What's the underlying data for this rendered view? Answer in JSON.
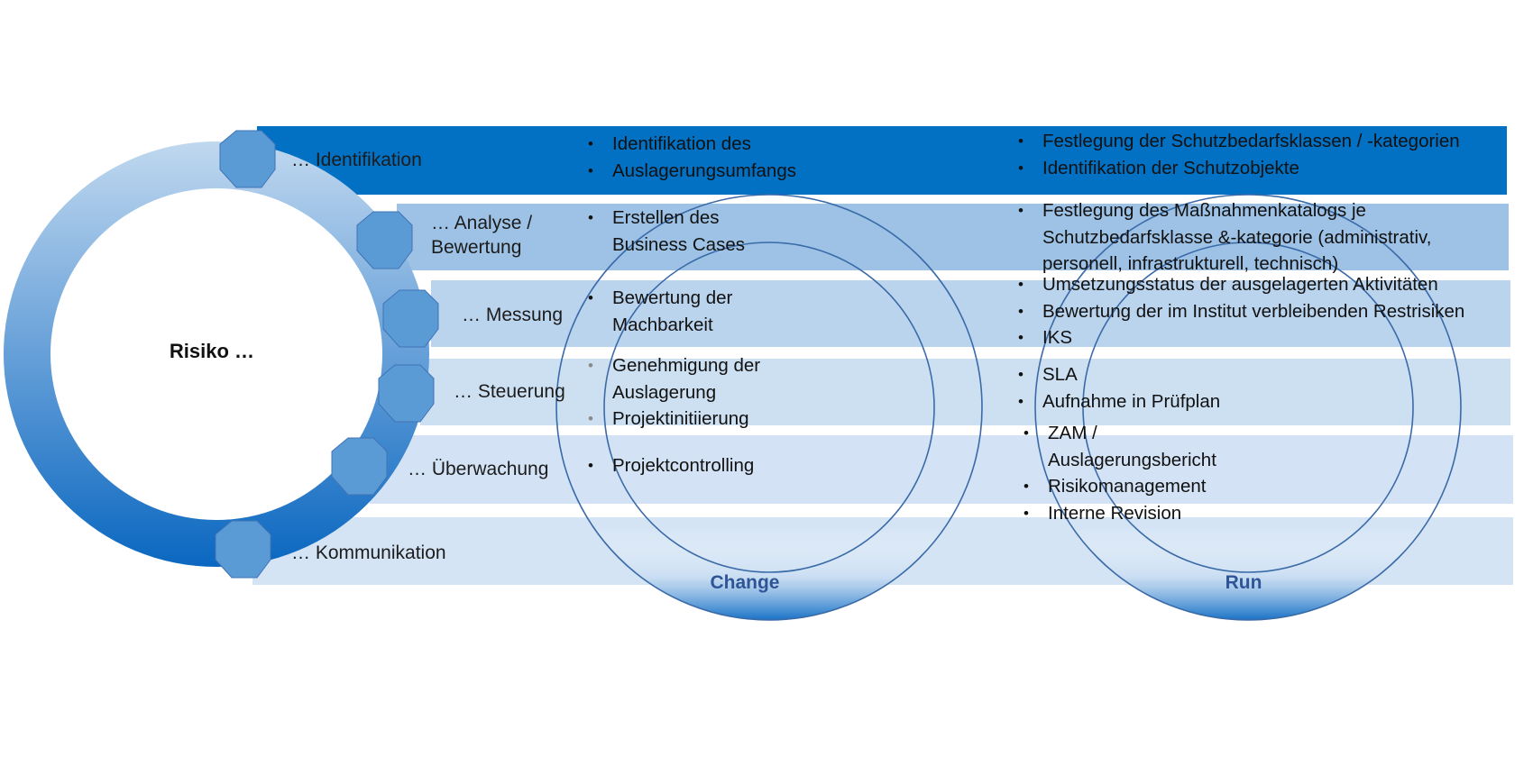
{
  "center": {
    "label": "Risiko …"
  },
  "stages": [
    {
      "label": "… Identifikation"
    },
    {
      "label": "… Analyse / Bewertung"
    },
    {
      "label": "… Messung"
    },
    {
      "label": "…  Steuerung"
    },
    {
      "label": "… Überwachung"
    },
    {
      "label": "…  Kommunikation"
    }
  ],
  "change": {
    "caption": "Change",
    "groups": [
      [
        "Identifikation des",
        "Auslagerungsumfangs"
      ],
      [
        "Erstellen des Business Cases"
      ],
      [
        "Bewertung der Machbarkeit"
      ],
      [
        "Genehmigung der Auslagerung",
        "Projektinitiierung"
      ],
      [
        "Projektcontrolling"
      ]
    ]
  },
  "run": {
    "caption": "Run",
    "groups": [
      [
        "Festlegung der Schutzbedarfsklassen / -kategorien",
        "Identifikation der Schutzobjekte"
      ],
      [
        "Festlegung des Maßnahmenkatalogs je Schutzbedarfsklasse &-kategorie (administrativ, personell, infrastrukturell, technisch)"
      ],
      [
        "Umsetzungsstatus der ausgelagerten Aktivitäten",
        "Bewertung der im Institut verbleibenden Restrisiken",
        "IKS"
      ],
      [
        "SLA",
        "Aufnahme in Prüfplan"
      ],
      [
        "ZAM / Auslagerungsbericht",
        "Risikomanagement",
        "Interne Revision"
      ]
    ]
  },
  "colors": {
    "band_identifikation": "#0270c3",
    "band_analyse": "#9dc2e5",
    "band_messung": "#bbd4ee",
    "band_steuerung": "#cde0f2",
    "band_ueberwachung": "#d3e3f5",
    "band_kommunikation": "#d4e4f5",
    "octagon": "#5b9bd5",
    "caption": "#2f5597"
  }
}
